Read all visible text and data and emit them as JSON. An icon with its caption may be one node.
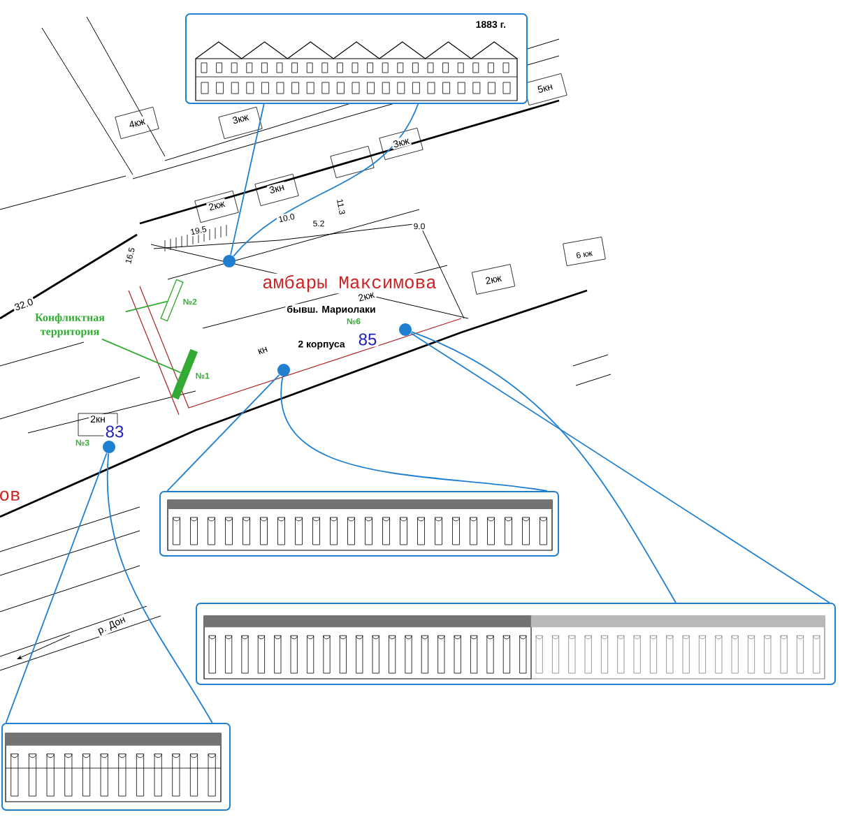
{
  "diagram": {
    "nodes": [
      {
        "text": [
          "1883 г."
        ]
      },
      {
        "text": [],
        "shape": "picture"
      },
      {
        "text": [],
        "shape": "picture"
      },
      {
        "text": [],
        "shape": "picture"
      },
      {
        "text": [],
        "shape": "circle"
      },
      {
        "text": [],
        "shape": "circle"
      },
      {
        "text": [],
        "shape": "circle"
      },
      {
        "text": [],
        "shape": "circle"
      },
      {
        "text": [
          "Конфликтная территория"
        ]
      },
      {
        "text": [],
        "shape": "box",
        "beside": [
          "№2"
        ]
      },
      {
        "text": [],
        "shape": "box",
        "beside": [
          "№1"
        ]
      }
    ],
    "edges": [
      {
        "from": 4,
        "to": 0,
        "arrow": "none"
      },
      {
        "from": 4,
        "to": 0,
        "arrow": "none"
      },
      {
        "from": 5,
        "to": 1,
        "arrow": "none"
      },
      {
        "from": 5,
        "to": 1,
        "arrow": "none"
      },
      {
        "from": 6,
        "to": 2,
        "arrow": "none"
      },
      {
        "from": 6,
        "to": 2,
        "arrow": "none"
      },
      {
        "from": 7,
        "to": 3,
        "arrow": "none"
      },
      {
        "from": 7,
        "to": 3,
        "arrow": "none"
      },
      {
        "from": 8,
        "to": 9,
        "arrow": "none",
        "color": "#33aa33"
      },
      {
        "from": 8,
        "to": 10,
        "arrow": "none",
        "color": "#33aa33"
      }
    ],
    "labels": [
      "5кн",
      "3кж",
      "4кж",
      "2кж",
      "3кж",
      "3кн",
      "11.3",
      "2кж",
      "19.5",
      "10.0",
      "5.2",
      "9.0",
      "16.5",
      "32.0",
      "амбары Максимова",
      "6 кж",
      "2кж",
      "бывш. Мариолаки",
      "№6",
      "2 корпуса",
      "85",
      "кн",
      "2кн",
      "№3",
      "83",
      "ов",
      "р. Дон"
    ]
  }
}
